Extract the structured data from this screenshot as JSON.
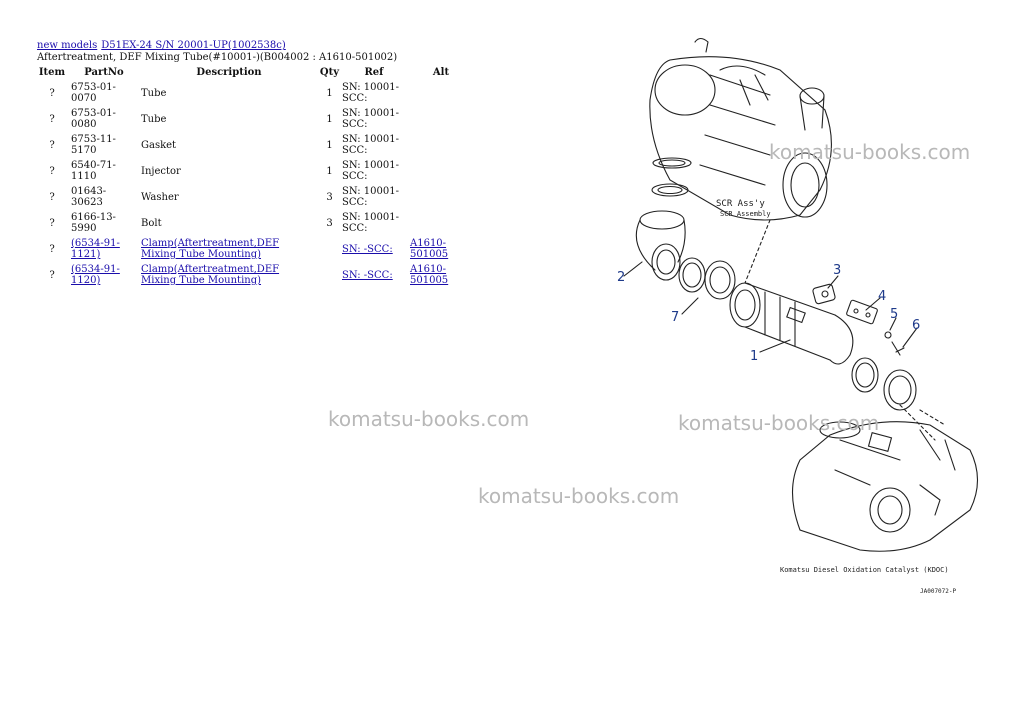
{
  "breadcrumb": {
    "link1": "new models",
    "link2": "D51EX-24 S/N 20001-UP(1002538c)"
  },
  "subtitle": "Aftertreatment, DEF Mixing Tube(#10001-)(B004002 : A1610-501002)",
  "table": {
    "headers": [
      "Item",
      "PartNo",
      "Description",
      "Qty",
      "Ref",
      "Alt"
    ],
    "rows": [
      {
        "item": "?",
        "partno": "6753-01-0070",
        "desc": "Tube",
        "qty": "1",
        "ref": "SN: 10001-SCC:",
        "alt": ""
      },
      {
        "item": "?",
        "partno": "6753-01-0080",
        "desc": "Tube",
        "qty": "1",
        "ref": "SN: 10001-SCC:",
        "alt": ""
      },
      {
        "item": "?",
        "partno": "6753-11-5170",
        "desc": "Gasket",
        "qty": "1",
        "ref": "SN: 10001-SCC:",
        "alt": ""
      },
      {
        "item": "?",
        "partno": "6540-71-1110",
        "desc": "Injector",
        "qty": "1",
        "ref": "SN: 10001-SCC:",
        "alt": ""
      },
      {
        "item": "?",
        "partno": "01643-30623",
        "desc": "Washer",
        "qty": "3",
        "ref": "SN: 10001-SCC:",
        "alt": ""
      },
      {
        "item": "?",
        "partno": "6166-13-5990",
        "desc": "Bolt",
        "qty": "3",
        "ref": "SN: 10001-SCC:",
        "alt": ""
      },
      {
        "item": "?",
        "partno": "(6534-91-1121)",
        "desc": "Clamp(Aftertreatment,DEF Mixing Tube Mounting)",
        "qty": "",
        "ref": "SN: -SCC:",
        "alt": "A1610-501005"
      },
      {
        "item": "?",
        "partno": "(6534-91-1120)",
        "desc": "Clamp(Aftertreatment,DEF Mixing Tube Mounting)",
        "qty": "",
        "ref": "SN: -SCC:",
        "alt": "A1610-501005"
      }
    ]
  },
  "diagram": {
    "callouts": [
      "1",
      "2",
      "3",
      "4",
      "5",
      "6",
      "7"
    ],
    "scr_label": "SCR Ass'y",
    "scr_label2": "SCR Assembly",
    "kdoc_label": "Komatsu Diesel Oxidation Catalyst (KDOC)",
    "code": "JA007072-P",
    "callout_color": "#1e3a8a"
  },
  "watermark": "komatsu-books.com"
}
